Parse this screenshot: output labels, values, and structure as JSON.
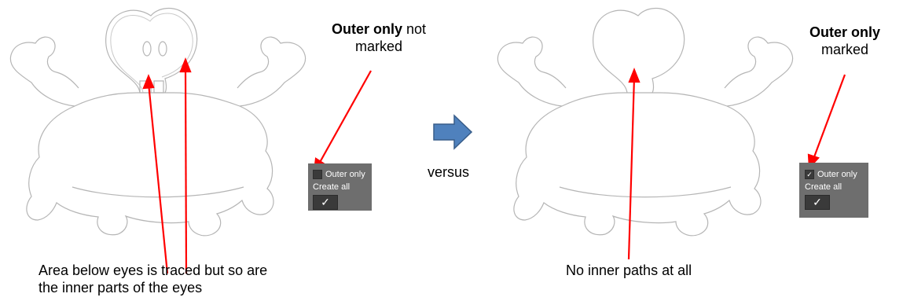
{
  "left_note": {
    "bold": "Outer only",
    "rest_line1": "not",
    "line2": "marked"
  },
  "right_note": {
    "bold": "Outer only",
    "line2": "marked"
  },
  "versus_label": "versus",
  "left_caption": {
    "line1": "Area below eyes is traced but so are",
    "line2": "the inner parts of the eyes"
  },
  "right_caption": "No inner paths at all",
  "left_panel": {
    "checkbox_label": "Outer only",
    "checked": false,
    "create_all_label": "Create all",
    "button_glyph": "✓"
  },
  "right_panel": {
    "checkbox_label": "Outer only",
    "checked": true,
    "check_glyph": "✓",
    "create_all_label": "Create all",
    "button_glyph": "✓"
  },
  "colors": {
    "arrow_red": "#ff0000",
    "versus_arrow_fill": "#4f81bd",
    "versus_arrow_stroke": "#385d8a",
    "outline": "#b5b5b5",
    "panel_bg": "#6e6e6e"
  }
}
